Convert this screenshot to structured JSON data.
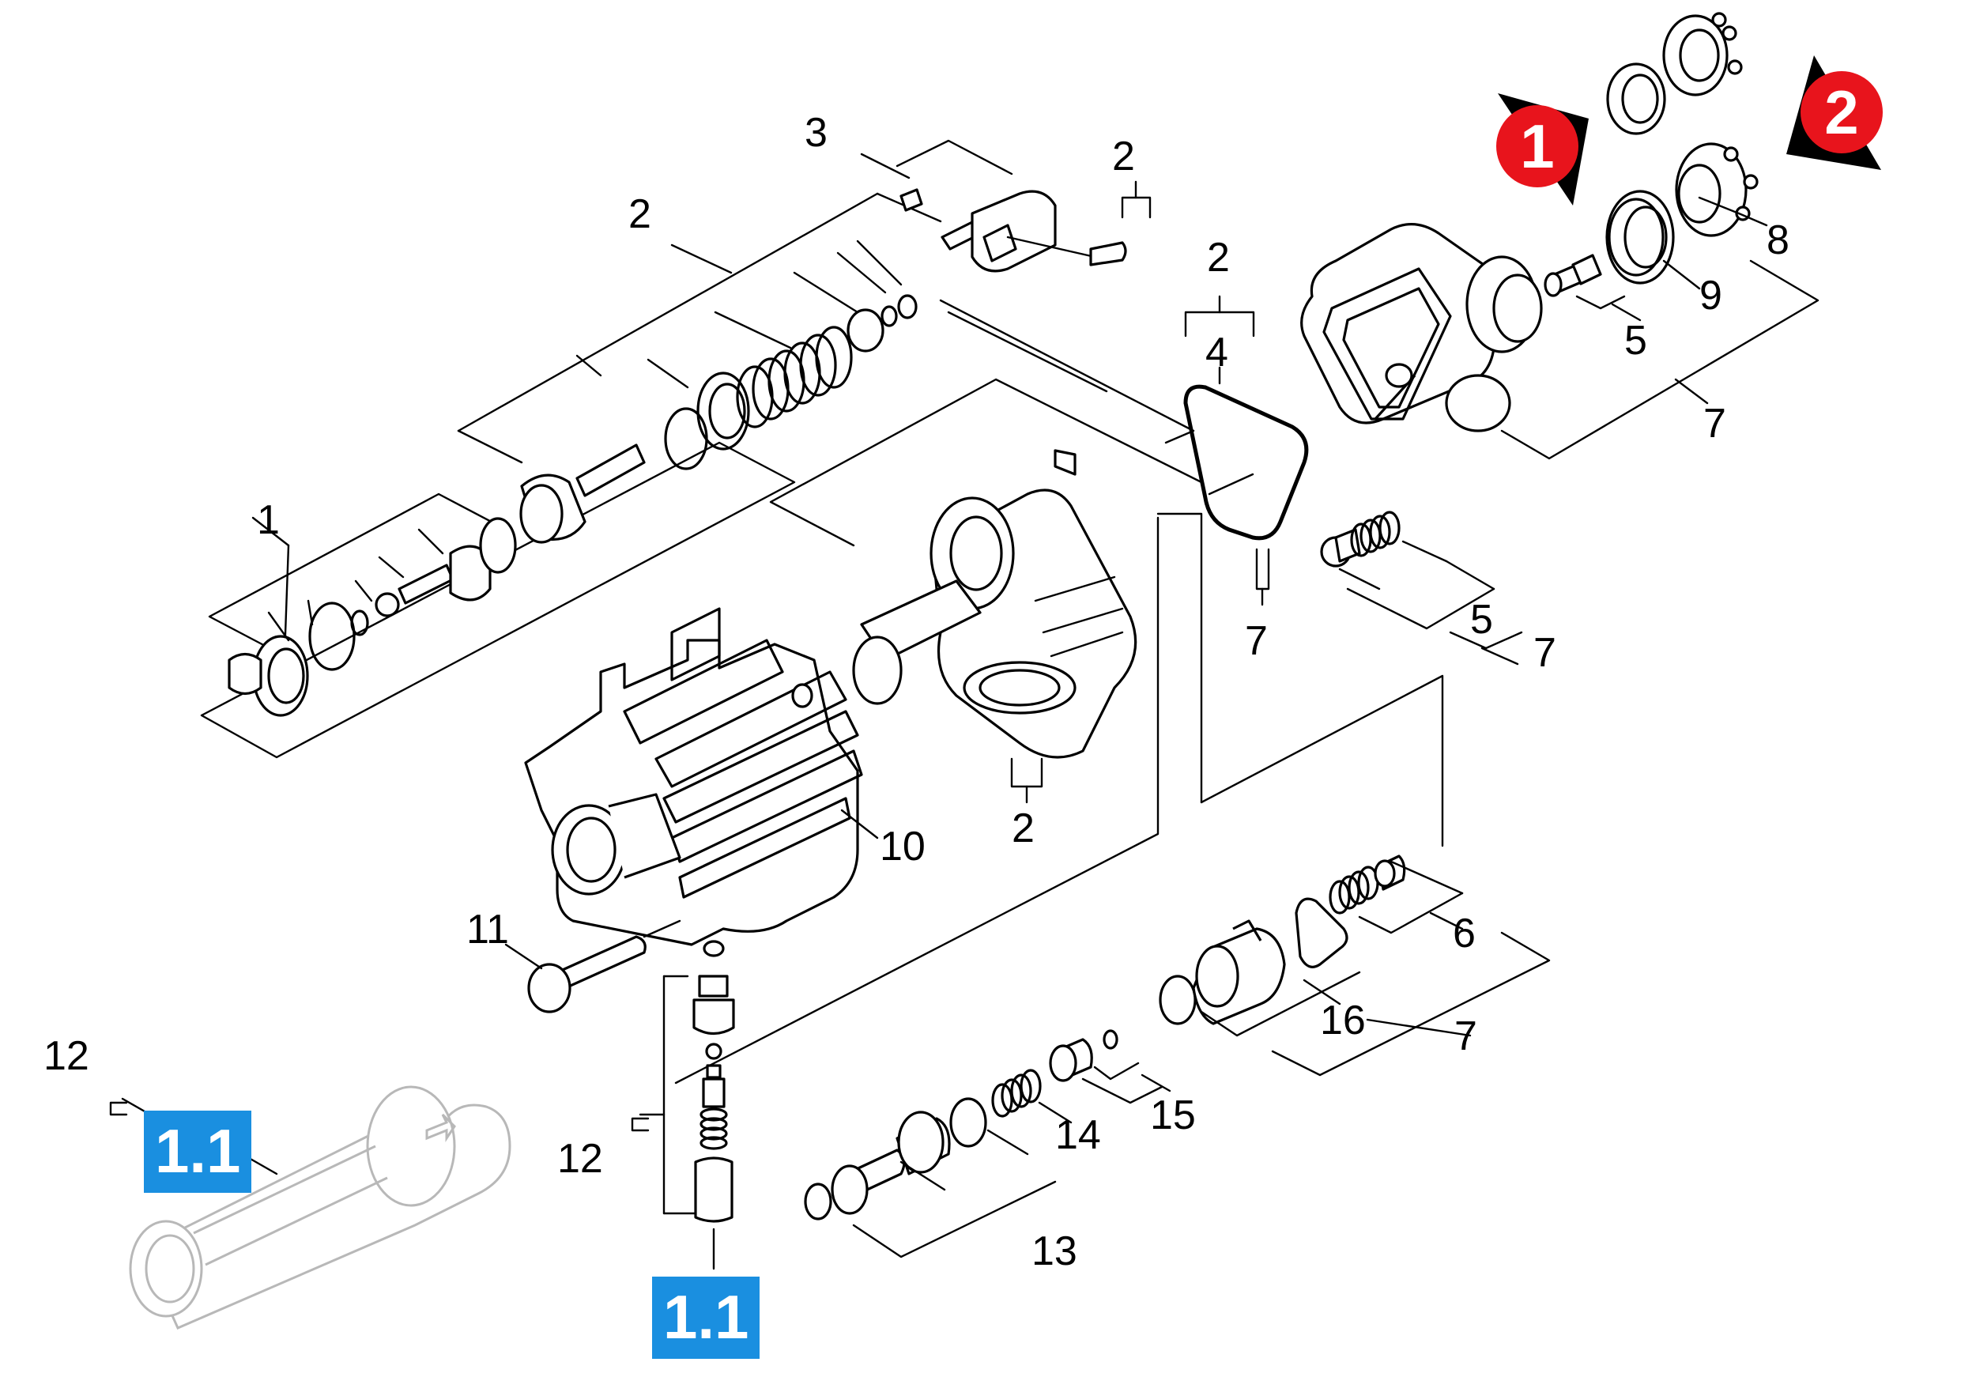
{
  "diagram": {
    "callouts": {
      "c1": "1",
      "c2a": "2",
      "c2b": "2",
      "c2c": "2",
      "c2d": "2",
      "c3": "3",
      "c4": "4",
      "c5a": "5",
      "c5b": "5",
      "c6": "6",
      "c7a": "7",
      "c7b": "7",
      "c7c": "7",
      "c7d": "7",
      "c8": "8",
      "c9": "9",
      "c10": "10",
      "c11": "11",
      "c12a": "12",
      "c12b": "12",
      "c13": "13",
      "c14": "14",
      "c15": "15",
      "c16": "16"
    },
    "badges": {
      "b1": "1.1",
      "b2": "1.1"
    },
    "markers": {
      "m1": "1",
      "m2": "2"
    },
    "colors": {
      "badge": "#1a8fe0",
      "marker": "#e8141c",
      "line": "#000000",
      "faded_part": "#b8b8b8"
    }
  }
}
